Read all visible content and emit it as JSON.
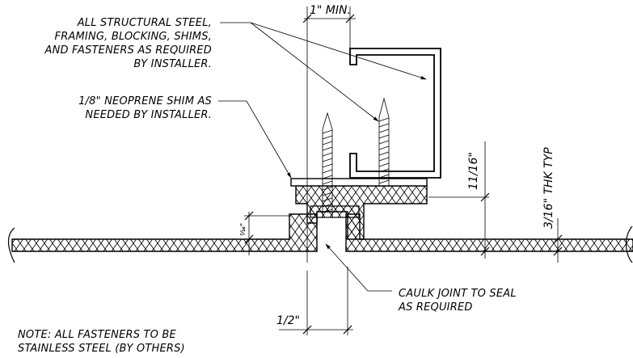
{
  "notes": {
    "structural_line1": "ALL STRUCTURAL STEEL,",
    "structural_line2": "FRAMING, BLOCKING, SHIMS,",
    "structural_line3": "AND FASTENERS AS REQUIRED",
    "structural_line4": "BY INSTALLER.",
    "shim_line1": "1/8\" NEOPRENE SHIM AS",
    "shim_line2": "NEEDED BY INSTALLER.",
    "caulk_line1": "CAULK JOINT TO SEAL",
    "caulk_line2": "AS REQUIRED",
    "fastener_line1": "NOTE: ALL FASTENERS TO BE",
    "fastener_line2": "STAINLESS STEEL (BY OTHERS)"
  },
  "dimensions": {
    "min_gap": "1\" MIN.",
    "height": "11/16\"",
    "thickness": "3/16\" THK TYP",
    "joint_width": "1/2\"",
    "small_offset": "⁷⁄₁₆\""
  }
}
